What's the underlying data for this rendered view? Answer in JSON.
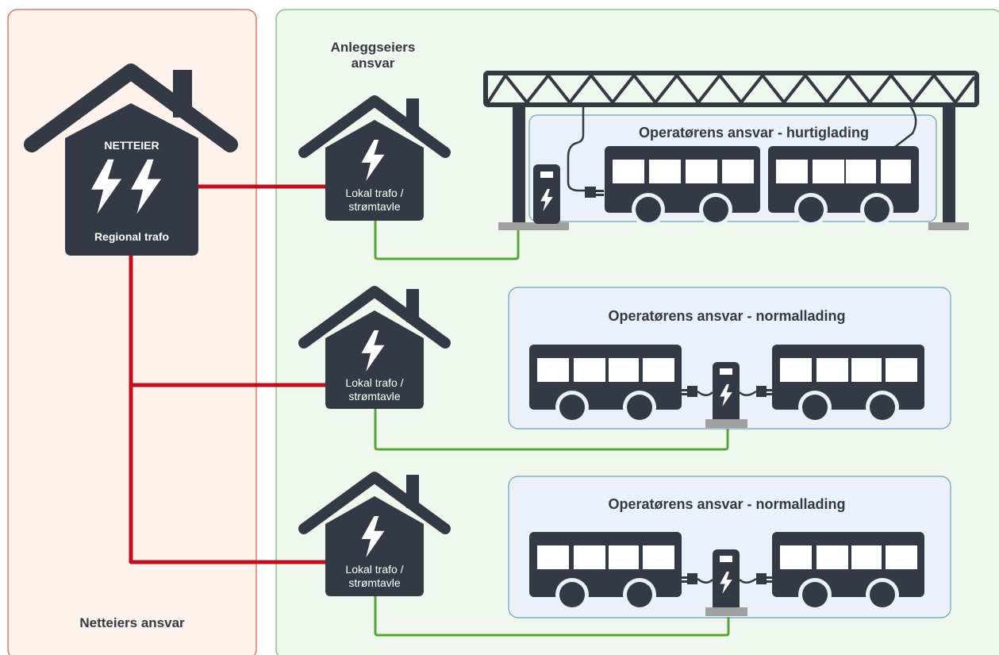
{
  "zones": {
    "grid_owner_responsibility": "Netteiers ansvar",
    "facility_owner_responsibility": "Anleggseiers ansvar"
  },
  "regional_station": {
    "title": "NETTEIER",
    "subtitle": "Regional trafo"
  },
  "local_stations": [
    {
      "label": "Lokal trafo / strømtavle"
    },
    {
      "label": "Lokal trafo / strømtavle"
    },
    {
      "label": "Lokal trafo / strømtavle"
    }
  ],
  "charging_boxes": [
    {
      "title": "Operatørens ansvar - hurtiglading"
    },
    {
      "title": "Operatørens ansvar - normallading"
    },
    {
      "title": "Operatørens ansvar - normallading"
    }
  ],
  "colors": {
    "icon_dark": "#333a45",
    "grid_line": "#c00f1f",
    "local_line": "#5aa33a",
    "grid_zone_bg": "#fdf2ec",
    "grid_zone_border": "#e07a63",
    "facility_zone_bg": "#eff8ed",
    "facility_zone_border": "#8cc58a",
    "charging_box_bg": "#eaf1f8",
    "charging_box_border": "#6f9fc4",
    "base_plate": "#a0a0a0"
  }
}
